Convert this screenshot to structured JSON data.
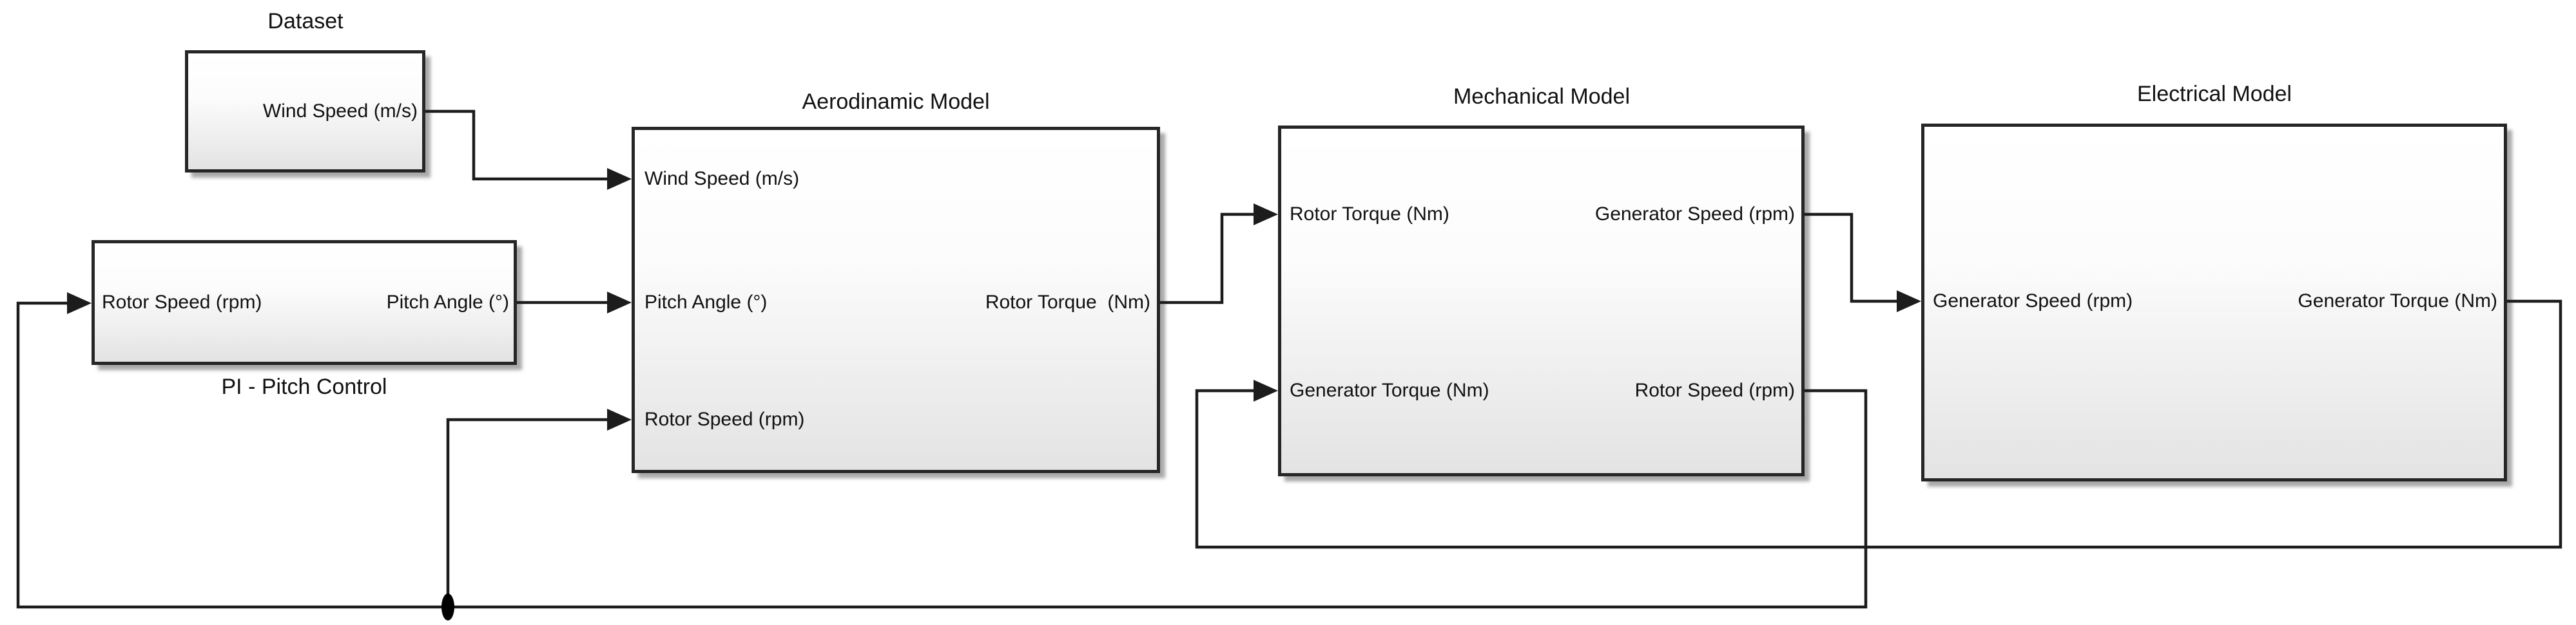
{
  "blocks": {
    "dataset": {
      "title": "Dataset",
      "out_port": "Wind Speed (m/s)"
    },
    "pi_pitch_control": {
      "title": "PI - Pitch Control",
      "in_port": "Rotor Speed (rpm)",
      "out_port": "Pitch Angle (°)"
    },
    "aerodinamic_model": {
      "title": "Aerodinamic Model",
      "in_ports": [
        "Wind Speed (m/s)",
        "Pitch Angle (°)",
        "Rotor Speed (rpm)"
      ],
      "out_port": "Rotor Torque  (Nm)"
    },
    "mechanical_model": {
      "title": "Mechanical Model",
      "in_ports": [
        "Rotor Torque (Nm)",
        "Generator Torque (Nm)"
      ],
      "out_ports": [
        "Generator Speed (rpm)",
        "Rotor Speed (rpm)"
      ]
    },
    "electrical_model": {
      "title": "Electrical Model",
      "in_port": "Generator Speed (rpm)",
      "out_port": "Generator Torque (Nm)"
    }
  },
  "connections": [
    {
      "from": "Dataset / Wind Speed (m/s)",
      "to": "Aerodinamic Model / Wind Speed (m/s)"
    },
    {
      "from": "PI - Pitch Control / Pitch Angle (°)",
      "to": "Aerodinamic Model / Pitch Angle (°)"
    },
    {
      "from": "Aerodinamic Model / Rotor Torque (Nm)",
      "to": "Mechanical Model / Rotor Torque (Nm)"
    },
    {
      "from": "Mechanical Model / Generator Speed (rpm)",
      "to": "Electrical Model / Generator Speed (rpm)"
    },
    {
      "from": "Electrical Model / Generator Torque (Nm)",
      "to": "Mechanical Model / Generator Torque (Nm)"
    },
    {
      "from": "Mechanical Model / Rotor Speed (rpm)",
      "to": "PI - Pitch Control / Rotor Speed (rpm)"
    },
    {
      "from": "Mechanical Model / Rotor Speed (rpm)",
      "to": "Aerodinamic Model / Rotor Speed (rpm)"
    }
  ],
  "colors": {
    "line": "#1c1c1c",
    "block_border": "#262626",
    "block_fill_top": "#ffffff",
    "block_fill_bottom": "#e3e3e3",
    "background": "#ffffff"
  }
}
